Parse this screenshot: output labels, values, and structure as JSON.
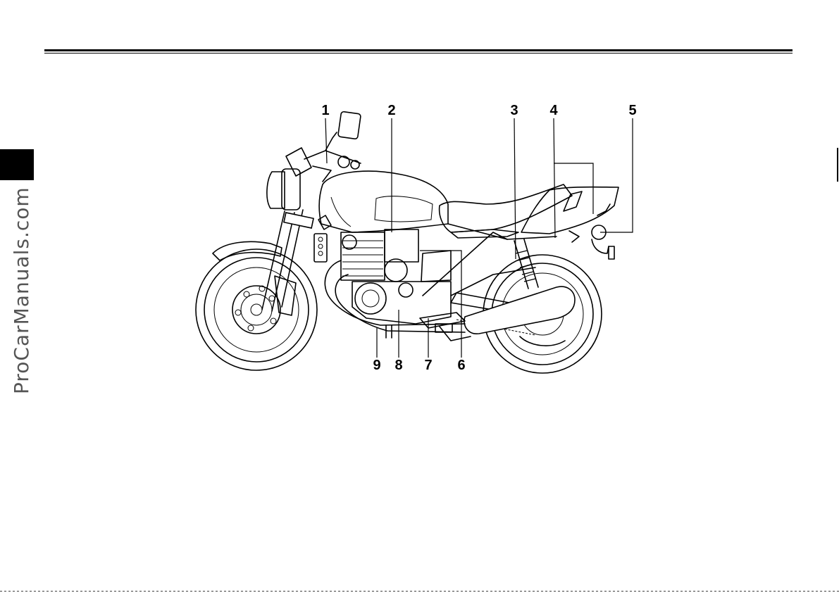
{
  "watermark": "ProCarManuals.com",
  "figure": {
    "callouts": [
      {
        "id": "c1",
        "label": "1"
      },
      {
        "id": "c2",
        "label": "2"
      },
      {
        "id": "c3",
        "label": "3"
      },
      {
        "id": "c4",
        "label": "4"
      },
      {
        "id": "c5",
        "label": "5"
      },
      {
        "id": "c6",
        "label": "6"
      },
      {
        "id": "c7",
        "label": "7"
      },
      {
        "id": "c8",
        "label": "8"
      },
      {
        "id": "c9",
        "label": "9"
      }
    ]
  },
  "colors": {
    "ink": "#000000",
    "paper": "#ffffff",
    "watermark": "#555555"
  }
}
